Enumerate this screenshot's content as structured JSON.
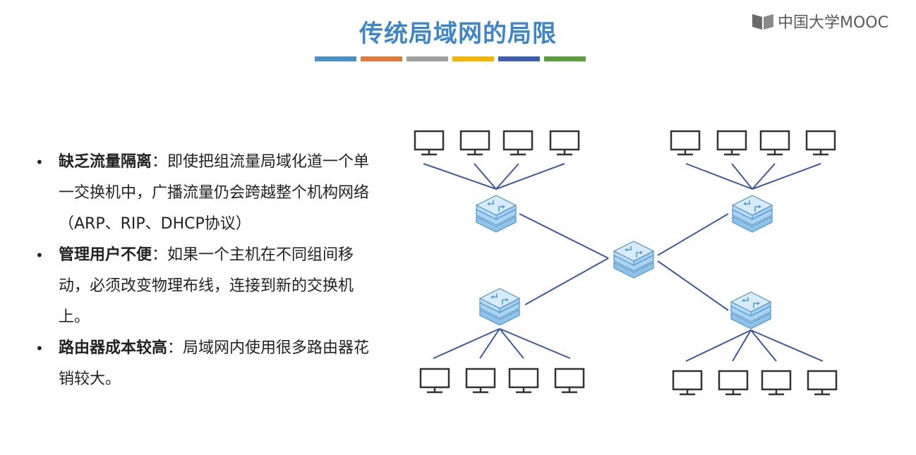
{
  "slide": {
    "title": "传统局域网的局限",
    "accent_colors": [
      "#4a90c9",
      "#e07b39",
      "#a0a0a0",
      "#f3b600",
      "#3b5fad",
      "#5b9e3c"
    ]
  },
  "logo": {
    "text": "中国大学MOOC",
    "icon": "mooc-logo-icon"
  },
  "bullets": [
    {
      "term": "缺乏流量隔离",
      "sep": "：",
      "text": "即使把组流量局域化道一个单一交换机中，广播流量仍会跨越整个机构网络（ARP、RIP、DHCP协议）"
    },
    {
      "term": "管理用户不便",
      "sep": "：",
      "text": "如果一个主机在不同组间移动，必须改变物理布线，连接到新的交换机上。"
    },
    {
      "term": "路由器成本较高",
      "sep": "：",
      "text": "局域网内使用很多路由器花销较大。"
    }
  ],
  "diagram": {
    "icons": {
      "switch": "switch-icon",
      "host": "monitor-icon"
    },
    "line_color": "#3d5a9e"
  }
}
